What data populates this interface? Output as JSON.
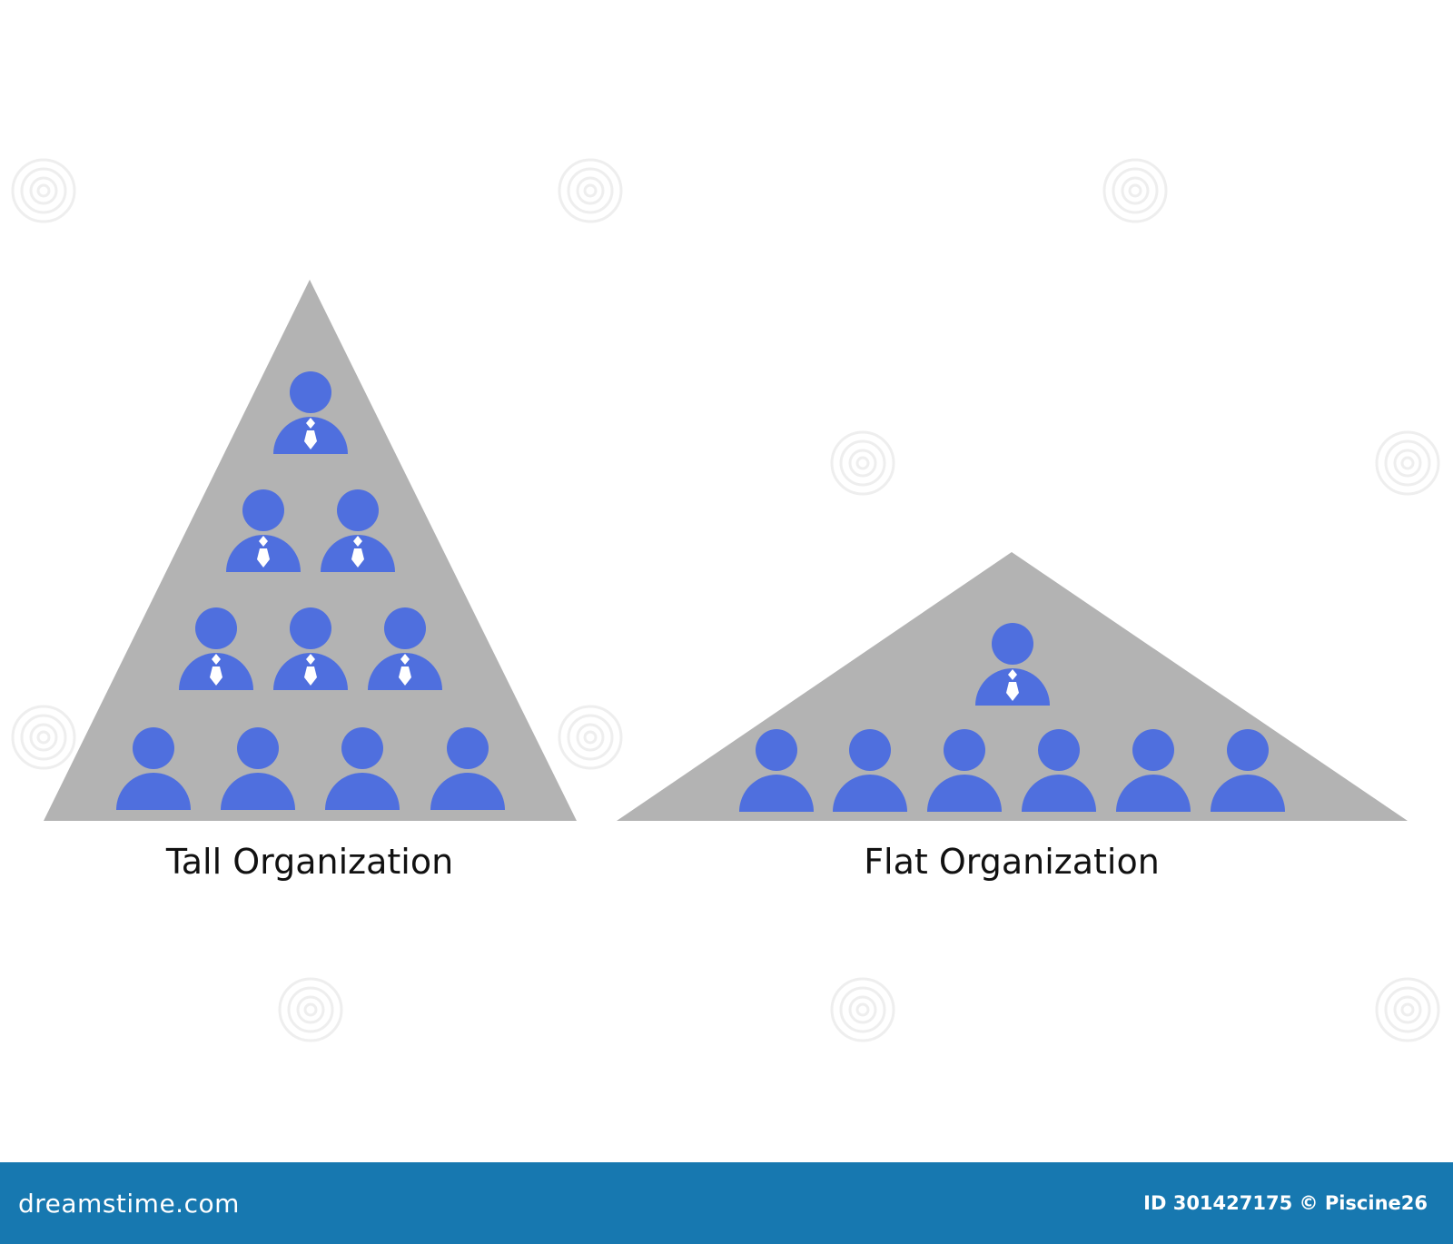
{
  "tall": {
    "label": "Tall Organization",
    "levels": [
      1,
      2,
      3,
      4
    ]
  },
  "flat": {
    "label": "Flat Organization",
    "levels": [
      1,
      6
    ]
  },
  "colors": {
    "triangle": "#b3b3b3",
    "person": "#4f6fde",
    "tie": "#ffffff",
    "footer": "#1778b0",
    "background": "#ffffff"
  },
  "icons": {
    "manager": "person-with-tie-icon",
    "worker": "person-icon",
    "watermark": "watermark-spiral-icon"
  },
  "footer": {
    "brand": "dreamstime.com",
    "credit": "ID 301427175 © Piscine26"
  }
}
